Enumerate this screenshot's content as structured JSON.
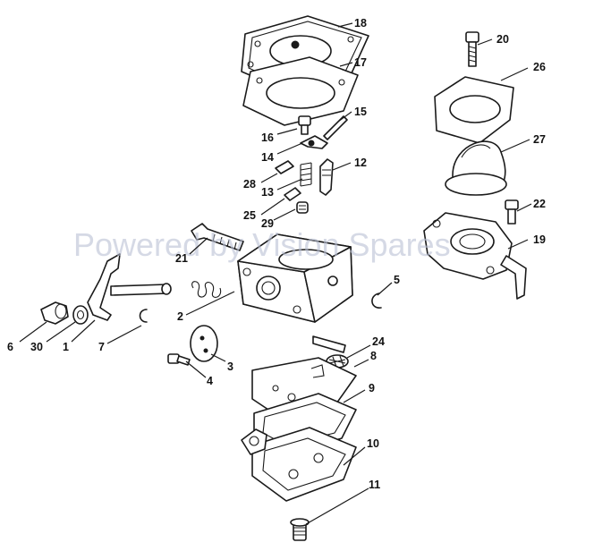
{
  "watermark": "Powered by Vision Spares",
  "callouts": [
    "18",
    "17",
    "20",
    "26",
    "15",
    "16",
    "14",
    "12",
    "28",
    "13",
    "27",
    "25",
    "29",
    "22",
    "21",
    "19",
    "5",
    "2",
    "6",
    "30",
    "1",
    "7",
    "3",
    "24",
    "8",
    "4",
    "9",
    "10",
    "11"
  ],
  "colors": {
    "line": "#1a1a1a",
    "watermark": "#b9bfd4",
    "background": "#ffffff"
  }
}
